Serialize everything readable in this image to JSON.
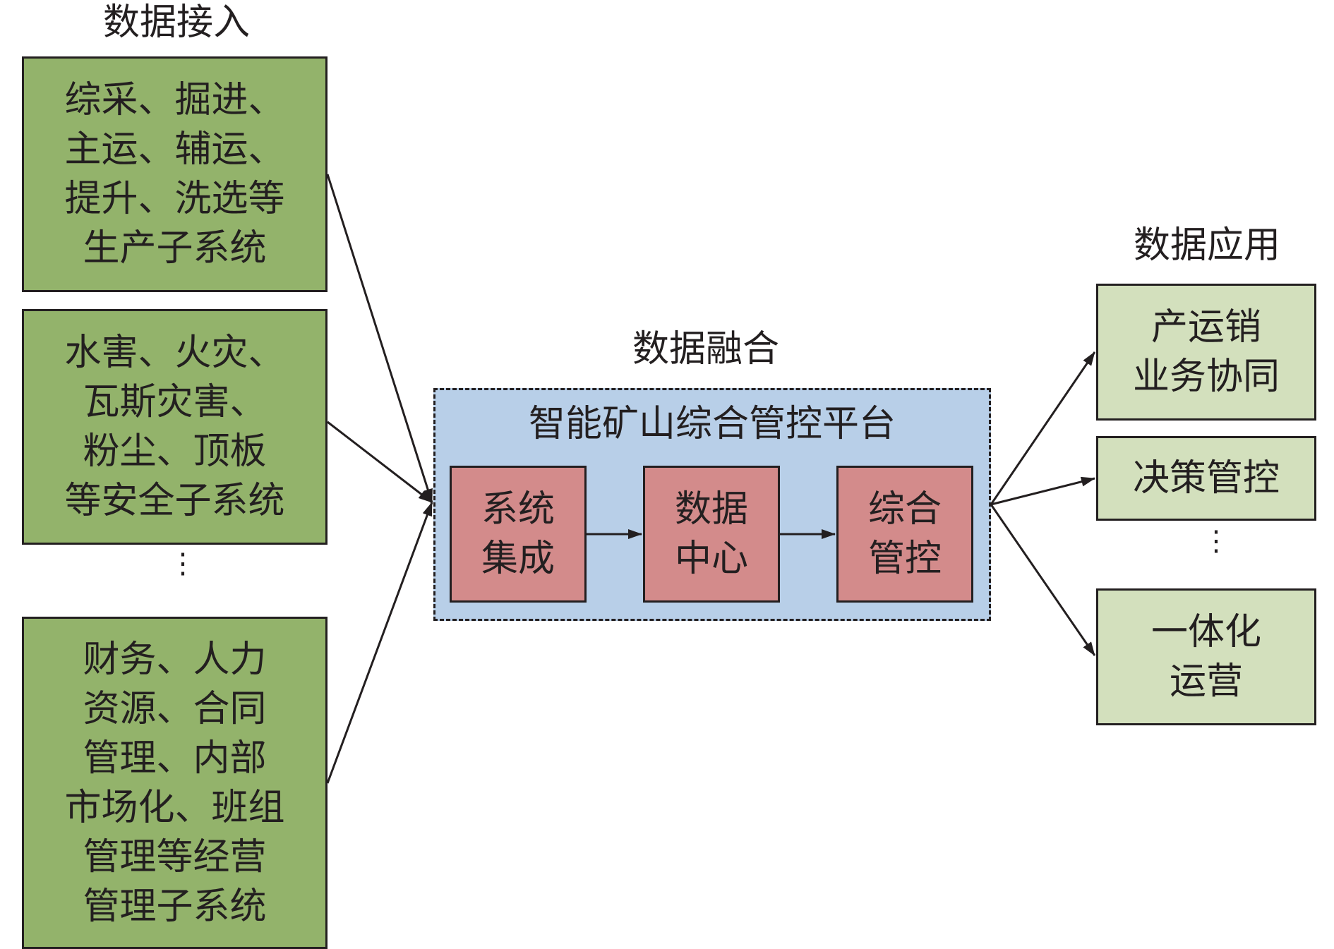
{
  "colors": {
    "source_box": "#93b36b",
    "app_box": "#d3e0bd",
    "platform_bg": "#b8cfe8",
    "module_box": "#d38b8b",
    "stroke": "#231f20"
  },
  "sections": {
    "access_title": "数据接入",
    "fusion_title": "数据融合",
    "application_title": "数据应用"
  },
  "sources": [
    {
      "text": "综采、掘进、\n主运、辅运、\n提升、洗选等\n生产子系统"
    },
    {
      "text": "水害、火灾、\n瓦斯灾害、\n粉尘、顶板\n等安全子系统"
    },
    {
      "text": "财务、人力\n资源、合同\n管理、内部\n市场化、班组\n管理等经营\n管理子系统"
    }
  ],
  "source_ellipsis": "⋮",
  "platform": {
    "title": "智能矿山综合管控平台",
    "modules": [
      {
        "text": "系统\n集成"
      },
      {
        "text": "数据\n中心"
      },
      {
        "text": "综合\n管控"
      }
    ]
  },
  "applications": [
    {
      "text": "产运销\n业务协同"
    },
    {
      "text": "决策管控"
    },
    {
      "text": "一体化\n运营"
    }
  ],
  "app_ellipsis": "⋮",
  "icons": {
    "arrow": "arrow-icon"
  }
}
